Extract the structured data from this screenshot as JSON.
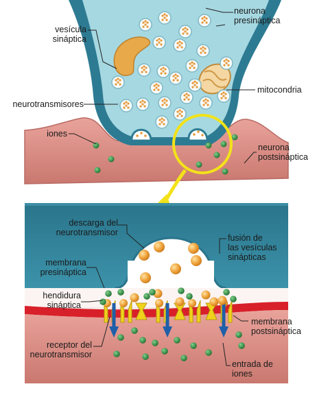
{
  "labels": {
    "presynaptic_neuron": "neurona\npresináptica",
    "synaptic_vesicle": "vesícula\nsináptica",
    "mitochondria": "mitocondria",
    "neurotransmitters": "neurotransmisores",
    "ions": "iones",
    "postsynaptic_neuron": "neurona\npostsináptica",
    "neurotransmitter_release": "descarga del\nneurotransmisor",
    "vesicle_fusion": "fusión de\nlas vesículas\nsinápticas",
    "presynaptic_membrane": "membrana\npresináptica",
    "synaptic_cleft": "hendidura\nsináptica",
    "postsynaptic_membrane": "membrana\npostsináptica",
    "neurotransmitter_receptor": "receptor del\nneurotransmisor",
    "ion_entry": "entrada de\niones"
  },
  "colors": {
    "presynaptic_blue": "#2f7f96",
    "vesicle_interior": "#a9dbe3",
    "postsynaptic_pink": "#d98a84",
    "membrane_red": "#d8202a",
    "highlight_yellow": "#f3e21a",
    "ion_green": "#2e8b3e",
    "neurotransmitter_orange": "#e8a23a",
    "arrow_blue": "#1f5fa8"
  }
}
